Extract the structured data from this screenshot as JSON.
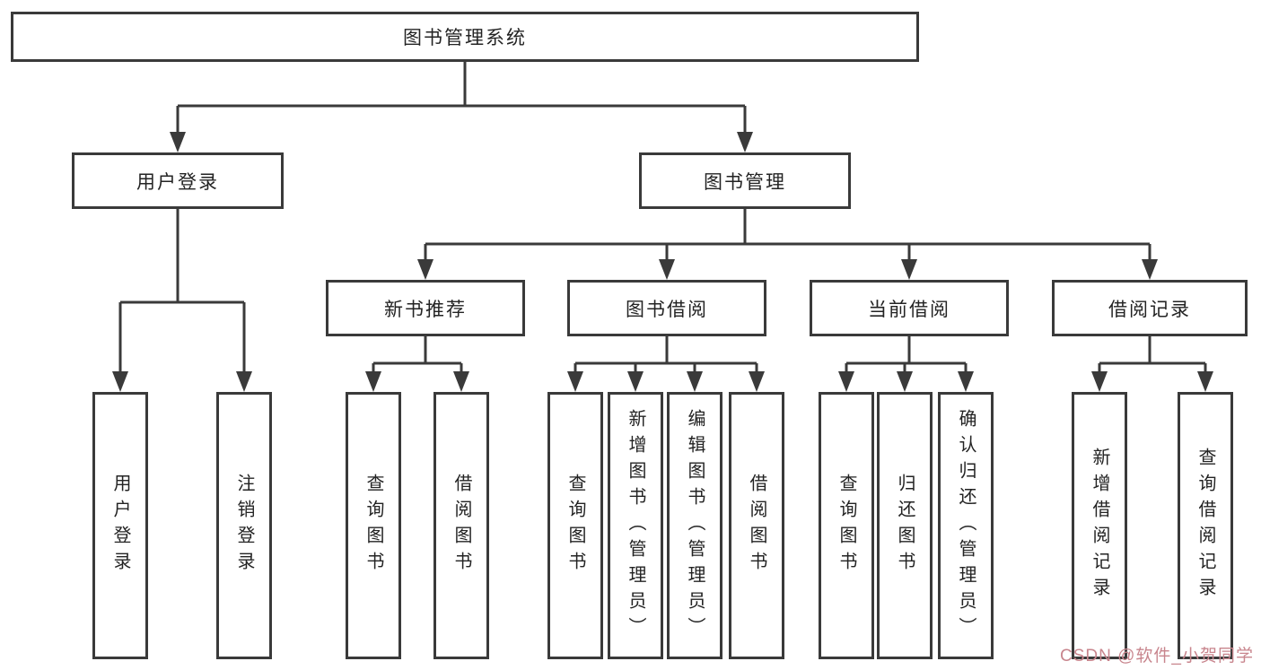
{
  "tree": {
    "label": "图书管理系统",
    "children": [
      {
        "label": "用户登录",
        "children": [
          {
            "label": "用户登录"
          },
          {
            "label": "注销登录"
          }
        ]
      },
      {
        "label": "图书管理",
        "children": [
          {
            "label": "新书推荐",
            "children": [
              {
                "label": "查询图书"
              },
              {
                "label": "借阅图书"
              }
            ]
          },
          {
            "label": "图书借阅",
            "children": [
              {
                "label": "查询图书"
              },
              {
                "label": "新增图书（管理员）"
              },
              {
                "label": "编辑图书（管理员）"
              },
              {
                "label": "借阅图书"
              }
            ]
          },
          {
            "label": "当前借阅",
            "children": [
              {
                "label": "查询图书"
              },
              {
                "label": "归还图书"
              },
              {
                "label": "确认归还（管理员）"
              }
            ]
          },
          {
            "label": "借阅记录",
            "children": [
              {
                "label": "新增借阅记录"
              },
              {
                "label": "查询借阅记录"
              }
            ]
          }
        ]
      }
    ]
  },
  "watermark": {
    "text": "CSDN @软件_小贺同学"
  },
  "colors": {
    "line": "#3a3a3a",
    "box_border": "#3a3a3a",
    "text": "#232323",
    "watermark": "#c8858d",
    "background": "#ffffff"
  }
}
